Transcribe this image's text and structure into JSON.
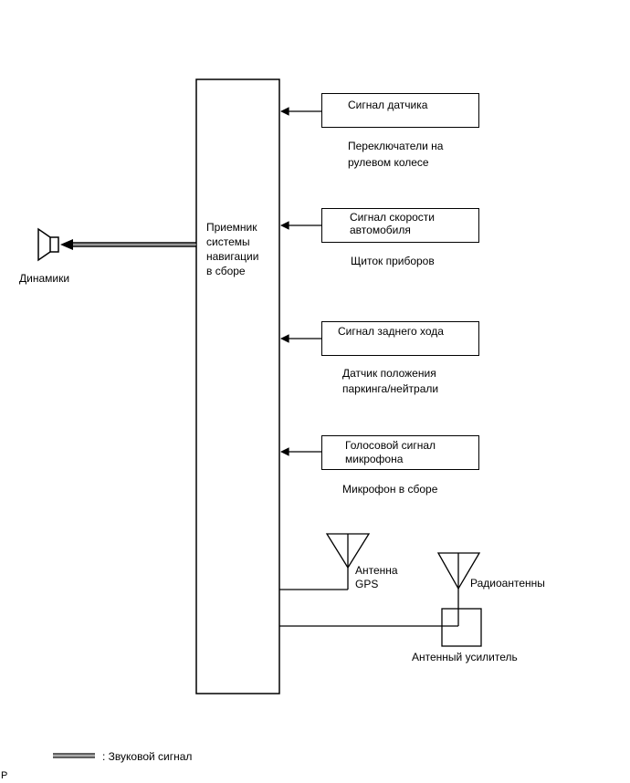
{
  "receiver": {
    "lines": [
      "Приемник",
      "системы",
      "навигации",
      "в сборе"
    ]
  },
  "speaker": {
    "label": "Динамики",
    "icon": "speaker-icon"
  },
  "inputs": [
    {
      "signal": [
        "Сигнал датчика"
      ],
      "source": [
        "Переключатели на",
        "рулевом колесе"
      ]
    },
    {
      "signal": [
        "Сигнал скорости",
        "автомобиля"
      ],
      "source": [
        "Щиток приборов"
      ]
    },
    {
      "signal": [
        "Сигнал заднего хода"
      ],
      "source": [
        "Датчик положения",
        "паркинга/нейтрали"
      ]
    },
    {
      "signal": [
        "Голосовой сигнал",
        "микрофона"
      ],
      "source": [
        "Микрофон в сборе"
      ]
    }
  ],
  "antennas": {
    "gps": [
      "Антенна",
      "GPS"
    ],
    "radio": "Радиоантенны",
    "amplifier": "Антенный усилитель"
  },
  "legend": {
    "label": ": Звуковой сигнал"
  },
  "corner_mark": "P"
}
